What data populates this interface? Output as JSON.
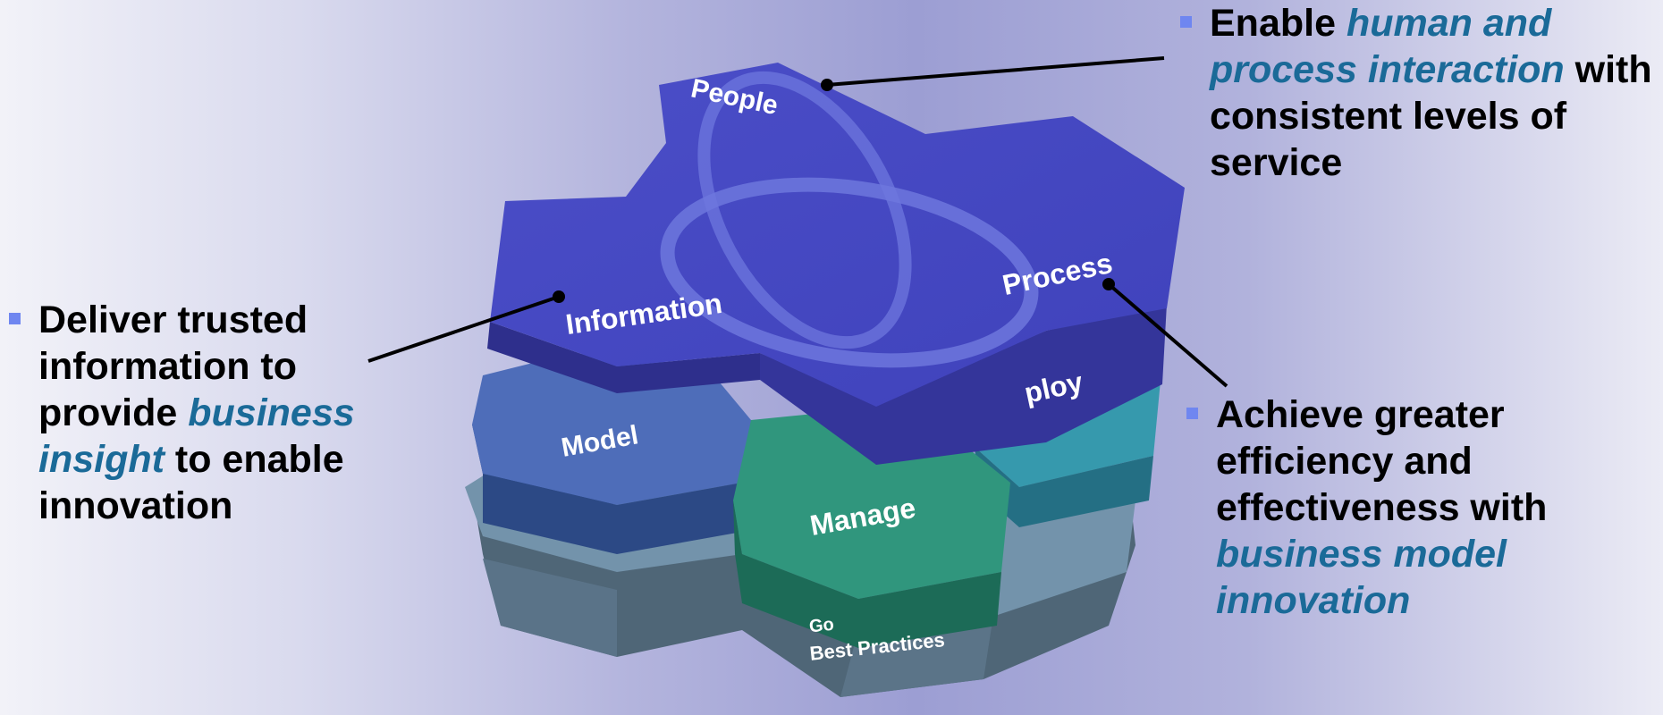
{
  "diagram": {
    "top_layer_labels": {
      "people": "People",
      "information": "Information",
      "process": "Process"
    },
    "bottom_layer_labels": {
      "model": "Model",
      "manage": "Manage",
      "deploy_partial": "ploy",
      "governance_partial": "Go",
      "best_practices": "Best Practices"
    }
  },
  "callouts": {
    "information": {
      "parts": [
        "Deliver trusted information to provide ",
        "business insight",
        " to enable innovation"
      ]
    },
    "people": {
      "parts": [
        "Enable ",
        "human and process interaction",
        " with consistent levels of service"
      ]
    },
    "process": {
      "parts": [
        "Achieve greater efficiency and effectiveness with ",
        "business model innovation",
        ""
      ]
    }
  },
  "colors": {
    "top_hex": "#4446c2",
    "model_hex": "#4f6db8",
    "manage_hex": "#31957d",
    "deploy_hex": "#3596aa",
    "base_layer": "#6f8ca6",
    "bullet": "#6f86f0",
    "emphasis_text": "#1a6a98"
  }
}
